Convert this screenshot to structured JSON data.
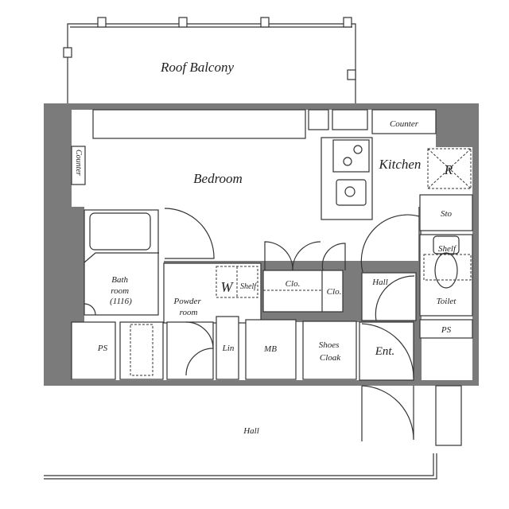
{
  "colors": {
    "wall": "#7b7b7b",
    "line": "#333333",
    "background": "#ffffff"
  },
  "rooms": {
    "roof_balcony": "Roof Balcony",
    "bedroom": "Bedroom",
    "counter_top": "Counter",
    "counter_left": "Counter",
    "kitchen": "Kitchen",
    "refrigerator": "R",
    "storage": "Sto",
    "toilet_shelf": "Shelf",
    "toilet": "Toilet",
    "ps_right": "PS",
    "ps_left": "PS",
    "bathroom_line1": "Bath",
    "bathroom_line2": "room",
    "bathroom_line3": "(1116)",
    "powder_line1": "Powder",
    "powder_line2": "room",
    "washer": "W",
    "washer_shelf": "Shelf",
    "closet1": "Clo.",
    "closet2": "Clo.",
    "hall_inner": "Hall",
    "linen": "Lin",
    "meter_box": "MB",
    "shoes_line1": "Shoes",
    "shoes_line2": "Cloak",
    "entrance": "Ent.",
    "hall_outer": "Hall"
  }
}
